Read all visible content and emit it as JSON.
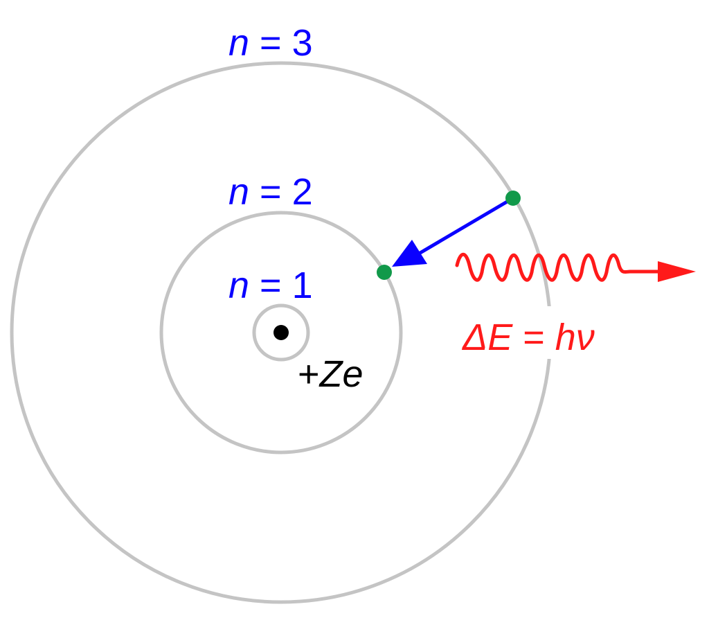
{
  "labels": {
    "n3": {
      "var": "n",
      "rest": " = 3"
    },
    "n2": {
      "var": "n",
      "rest": " = 2"
    },
    "n1": {
      "var": "n",
      "rest": " = 1"
    },
    "nucleus": {
      "sign": "+",
      "charge": "Ze"
    },
    "energy": {
      "lhs": "ΔE",
      "eq": " = ",
      "rhs": "hν"
    }
  },
  "colors": {
    "orbit": "#c4c4c4",
    "electron": "#11994a",
    "transition_arrow": "#0a00ff",
    "photon": "#ff1a1a",
    "nucleus": "#000000"
  }
}
